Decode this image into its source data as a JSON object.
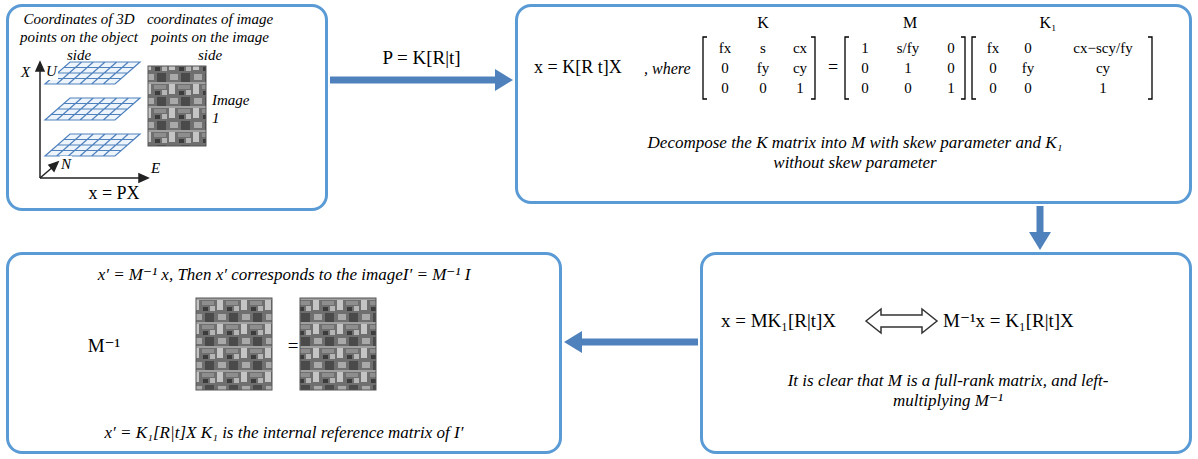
{
  "diagram": {
    "nodes": [
      {
        "text": [
          "Coordinates of 3D points on the object side",
          "coordinates of image points on the image side",
          "Image 1",
          "x = PX"
        ]
      },
      {
        "text": [
          "x = K[R t]X",
          ", where",
          "K",
          "M",
          "K₁",
          "fx",
          "s",
          "cx",
          "0",
          "fy",
          "cy",
          "0",
          "0",
          "1",
          "=",
          "1",
          "s/fy",
          "0",
          "0",
          "1",
          "0",
          "0",
          "0",
          "1",
          "fx",
          "0",
          "cx−scy/fy",
          "0",
          "fy",
          "cy",
          "0",
          "0",
          "1",
          "Decompose the K matrix into M with skew parameter and K₁ without skew parameter"
        ]
      },
      {
        "text": [
          "x = MK₁[R|t]X",
          "M⁻¹x = K₁[R|t]X",
          "It is clear that M is a full-rank matrix, and left-multiplying M⁻¹"
        ]
      },
      {
        "text": [
          "x′ = M⁻¹ x,  Then x′ corresponds to the imageI′ = M⁻¹ I",
          "M⁻¹",
          "=",
          "x′ = K₁[R|t]X  K₁ is the internal reference matrix of I′"
        ]
      }
    ],
    "edges": [
      {
        "from": 0,
        "to": 1,
        "label": "P = K[R|t]",
        "arrow": "to"
      },
      {
        "from": 1,
        "to": 2,
        "arrow": "to"
      },
      {
        "from": 2,
        "to": 3,
        "arrow": "to"
      }
    ],
    "labels": [
      "X",
      "U",
      "N",
      "E"
    ]
  }
}
